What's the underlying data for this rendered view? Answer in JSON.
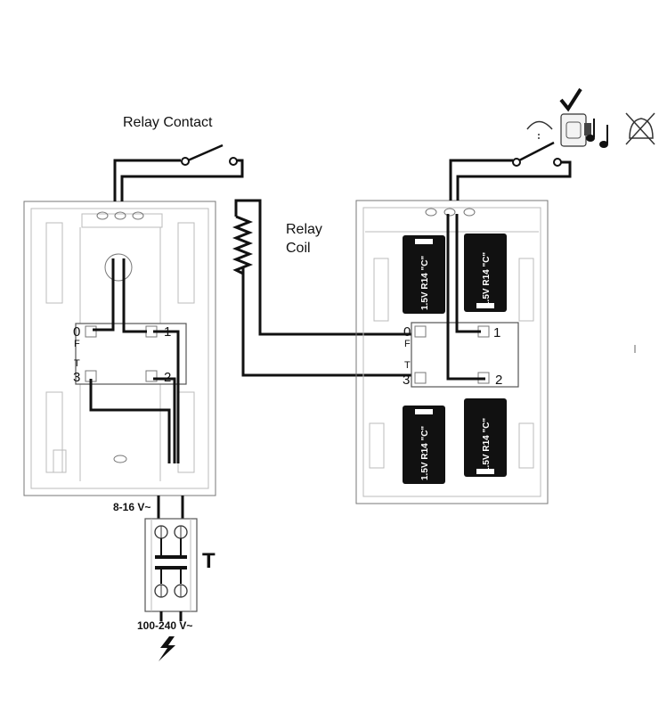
{
  "labels": {
    "relay_contact": "Relay Contact",
    "relay_coil_line1": "Relay",
    "relay_coil_line2": "Coil",
    "transformer_low_voltage": "8-16 V~",
    "transformer_mains_voltage": "100-240 V~",
    "transformer_symbol": "T"
  },
  "left_unit": {
    "terminals": {
      "t0": "0",
      "tf": "F",
      "tt": "T",
      "t3": "3",
      "t1": "1",
      "t2": "2"
    }
  },
  "right_unit": {
    "terminals": {
      "t0": "0",
      "tf": "F",
      "tt": "T",
      "t3": "3",
      "t1": "1",
      "t2": "2"
    },
    "batteries": [
      {
        "label": "1.5V R14 \"C\""
      },
      {
        "label": "1.5V R14 \"C\""
      },
      {
        "label": "1.5V R14 \"C\""
      },
      {
        "label": "1.5V R14 \"C\""
      }
    ]
  },
  "icons": [
    "check-icon",
    "music-note-icon",
    "crossed-bell-icon",
    "lightning-icon",
    "bell-push-icon"
  ]
}
